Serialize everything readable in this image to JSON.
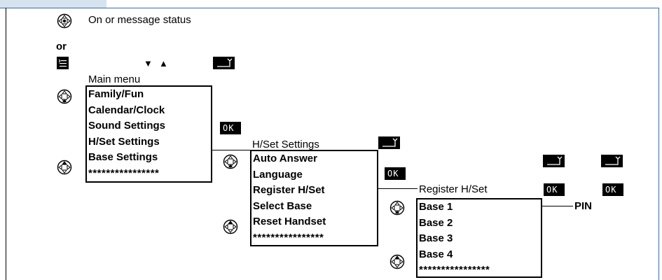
{
  "intro": {
    "status_text": "On or message status",
    "or_text": "or"
  },
  "icons": {
    "nav_key": "navigation-key-icon",
    "menu_key": "menu-key-icon",
    "back_key": "back-key-icon",
    "down": "▼",
    "up": "▲",
    "menu_glyph": "≤"
  },
  "main_menu": {
    "caption": "Main menu",
    "items": [
      "Family/Fun",
      "Calendar/Clock",
      "Sound Settings",
      "H/Set Settings",
      "Base Settings",
      "****************"
    ]
  },
  "hset_menu": {
    "caption": "H/Set Settings",
    "items": [
      "Auto Answer",
      "Language",
      "Register H/Set",
      "Select Base",
      "Reset Handset",
      "****************"
    ]
  },
  "register_menu": {
    "caption": "Register H/Set",
    "items": [
      "Base 1",
      "Base 2",
      "Base 3",
      "Base 4",
      "****************"
    ]
  },
  "ok_label": "OK",
  "pin_label": "PIN",
  "colors": {
    "tab": "#d6e3ee",
    "frame": "#3b6fa2"
  }
}
